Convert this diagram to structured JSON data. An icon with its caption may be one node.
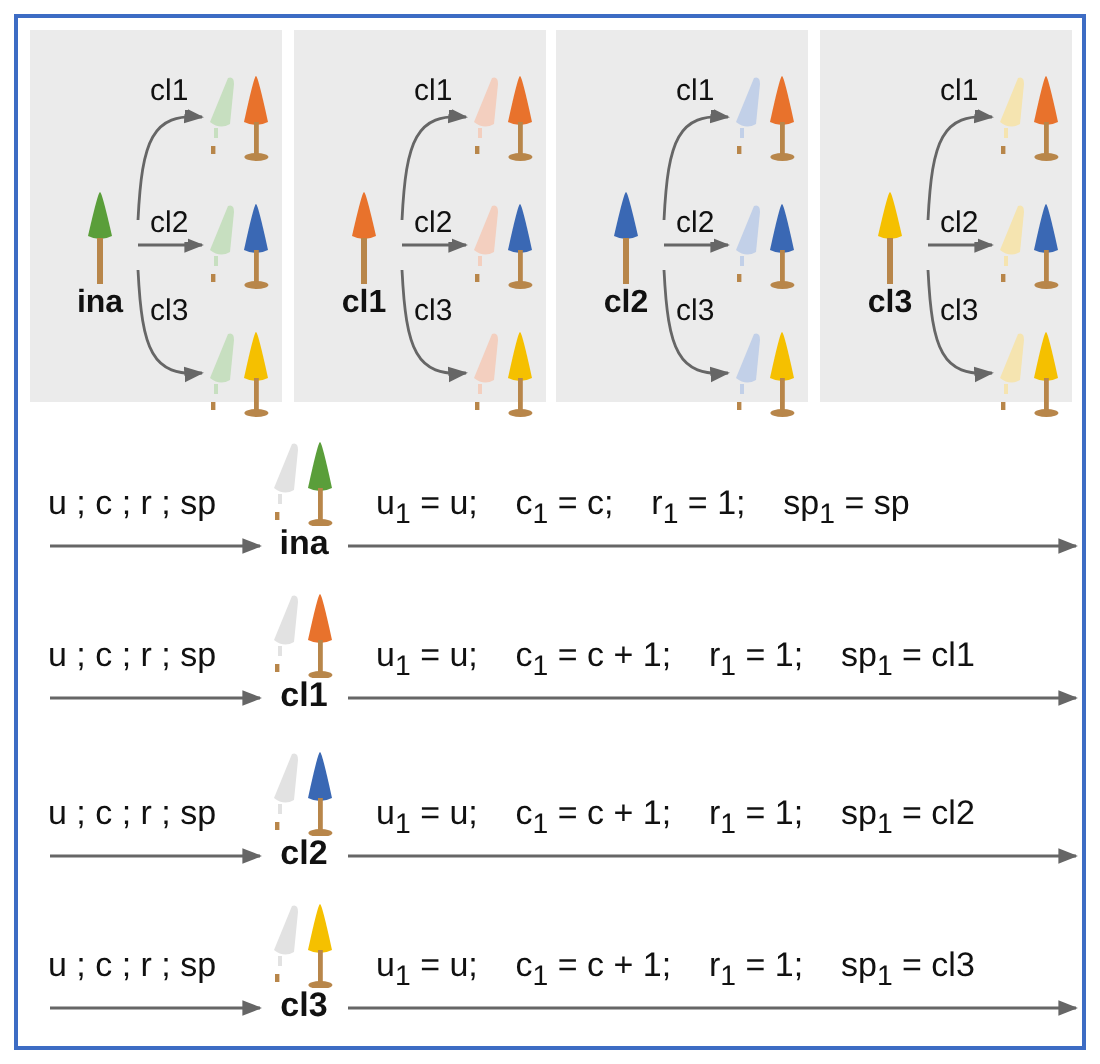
{
  "diagram": {
    "nodes": [
      {
        "text": [],
        "shape": "box"
      },
      {
        "text": [
          "ina"
        ],
        "in": 0
      },
      {
        "text": [],
        "shape": "picture",
        "in": 0
      },
      {
        "text": [],
        "shape": "picture",
        "in": 0
      },
      {
        "text": [],
        "shape": "picture",
        "in": 0
      },
      {
        "text": [],
        "shape": "box"
      },
      {
        "text": [
          "cl1"
        ],
        "in": 5
      },
      {
        "text": [],
        "shape": "picture",
        "in": 5
      },
      {
        "text": [],
        "shape": "picture",
        "in": 5
      },
      {
        "text": [],
        "shape": "picture",
        "in": 5
      },
      {
        "text": [],
        "shape": "box"
      },
      {
        "text": [
          "cl2"
        ],
        "in": 10
      },
      {
        "text": [],
        "shape": "picture",
        "in": 10
      },
      {
        "text": [],
        "shape": "picture",
        "in": 10
      },
      {
        "text": [],
        "shape": "picture",
        "in": 10
      },
      {
        "text": [],
        "shape": "box"
      },
      {
        "text": [
          "cl3"
        ],
        "in": 15
      },
      {
        "text": [],
        "shape": "picture",
        "in": 15
      },
      {
        "text": [],
        "shape": "picture",
        "in": 15
      },
      {
        "text": [],
        "shape": "picture",
        "in": 15
      },
      {
        "text": [
          "ina"
        ]
      },
      {
        "text": [
          "cl1"
        ]
      },
      {
        "text": [
          "cl2"
        ]
      },
      {
        "text": [
          "cl3"
        ]
      }
    ],
    "edges": [
      {
        "from": 1,
        "to": 2,
        "arrow": "to",
        "label": "cl1"
      },
      {
        "from": 1,
        "to": 3,
        "arrow": "to",
        "label": "cl2"
      },
      {
        "from": 1,
        "to": 4,
        "arrow": "to",
        "label": "cl3"
      },
      {
        "from": 6,
        "to": 7,
        "arrow": "to",
        "label": "cl1"
      },
      {
        "from": 6,
        "to": 8,
        "arrow": "to",
        "label": "cl2"
      },
      {
        "from": 6,
        "to": 9,
        "arrow": "to",
        "label": "cl3"
      },
      {
        "from": 11,
        "to": 12,
        "arrow": "to",
        "label": "cl1"
      },
      {
        "from": 11,
        "to": 13,
        "arrow": "to",
        "label": "cl2"
      },
      {
        "from": 11,
        "to": 14,
        "arrow": "to",
        "label": "cl3"
      },
      {
        "from": 16,
        "to": 17,
        "arrow": "to",
        "label": "cl1"
      },
      {
        "from": 16,
        "to": 18,
        "arrow": "to",
        "label": "cl2"
      },
      {
        "from": 16,
        "to": 19,
        "arrow": "to",
        "label": "cl3"
      },
      {
        "from": null,
        "to": 20,
        "arrow": "to",
        "label": "u ; c ; r ; sp"
      },
      {
        "from": 20,
        "to": null,
        "arrow": "to",
        "label": "u$_{1}$ = u;    c$_{1}$ = c;    r$_{1}$ = 1;    sp$_{1}$ = sp"
      },
      {
        "from": null,
        "to": 21,
        "arrow": "to",
        "label": "u ; c ; r ; sp"
      },
      {
        "from": 21,
        "to": null,
        "arrow": "to",
        "label": "u$_{1}$ = u;    c$_{1}$ = c + 1;    r$_{1}$ = 1;    sp$_{1}$ = cl1"
      },
      {
        "from": null,
        "to": 22,
        "arrow": "to",
        "label": "u ; c ; r ; sp"
      },
      {
        "from": 22,
        "to": null,
        "arrow": "to",
        "label": "u$_{1}$ = u;    c$_{1}$ = c + 1;    r$_{1}$ = 1;    sp$_{1}$ = cl2"
      },
      {
        "from": null,
        "to": 23,
        "arrow": "to",
        "label": "u ; c ; r ; sp"
      },
      {
        "from": 23,
        "to": null,
        "arrow": "to",
        "label": "u$_{1}$ = u;    c$_{1}$ = c + 1;    r$_{1}$ = 1;    sp$_{1}$ = cl3"
      }
    ]
  }
}
